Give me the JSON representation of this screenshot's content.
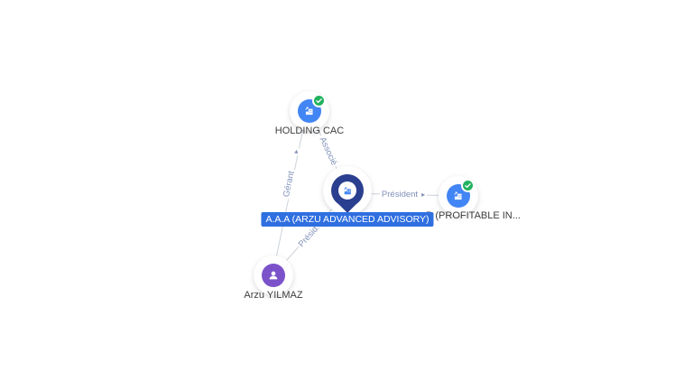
{
  "canvas": {
    "background": "#ffffff"
  },
  "graph": {
    "nodes": [
      {
        "id": "holding-cac",
        "type": "company",
        "label": "HOLDING CAC",
        "verified": true
      },
      {
        "id": "aaa-arzu-advanced-advisory",
        "type": "company",
        "label": "A.A.A (ARZU ADVANCED ADVISORY)",
        "selected": true
      },
      {
        "id": "profitable",
        "type": "company",
        "label": "B (PROFITABLE IN...",
        "verified": true
      },
      {
        "id": "arzu-yilmaz",
        "type": "person",
        "label": "Arzu YILMAZ"
      }
    ],
    "edges": [
      {
        "from": "holding-cac",
        "to": "aaa-arzu-advanced-advisory",
        "label": "Associé"
      },
      {
        "from": "arzu-yilmaz",
        "to": "holding-cac",
        "label": "Gérant",
        "arrow": "▸"
      },
      {
        "from": "aaa-arzu-advanced-advisory",
        "to": "profitable",
        "label": "Président",
        "arrow": "▸"
      },
      {
        "from": "aaa-arzu-advanced-advisory",
        "to": "arzu-yilmaz",
        "label": "Présid..."
      }
    ]
  },
  "colors": {
    "background": "#ffffff",
    "company_icon": "#4285f4",
    "person_icon": "#7b52c9",
    "verified_badge": "#22b25f",
    "selected_pin": "#2a3f8f",
    "selected_label_bg": "#2f6fe0",
    "edge": "#ccd2da",
    "edge_label": "#8091b8",
    "node_label": "#3d3d3d"
  }
}
